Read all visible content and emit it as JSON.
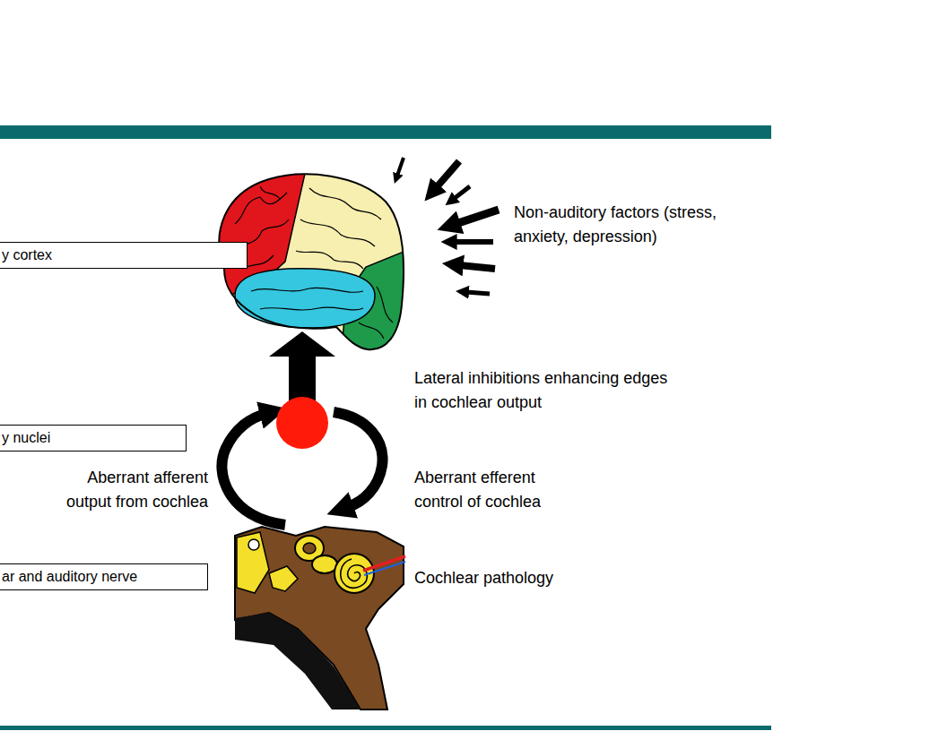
{
  "diagram": {
    "nodes": [
      {
        "text": [
          "y cortex"
        ]
      },
      {
        "text": [
          "y nuclei"
        ]
      },
      {
        "text": [
          "ar and auditory nerve"
        ]
      }
    ],
    "labels": [
      "Non-auditory factors (stress, anxiety, depression)",
      "Lateral inhibitions enhancing edges in cochlear output",
      "Aberrant afferent output from cochlea",
      "Aberrant efferent control of cochlea",
      "Cochlear pathology"
    ]
  }
}
